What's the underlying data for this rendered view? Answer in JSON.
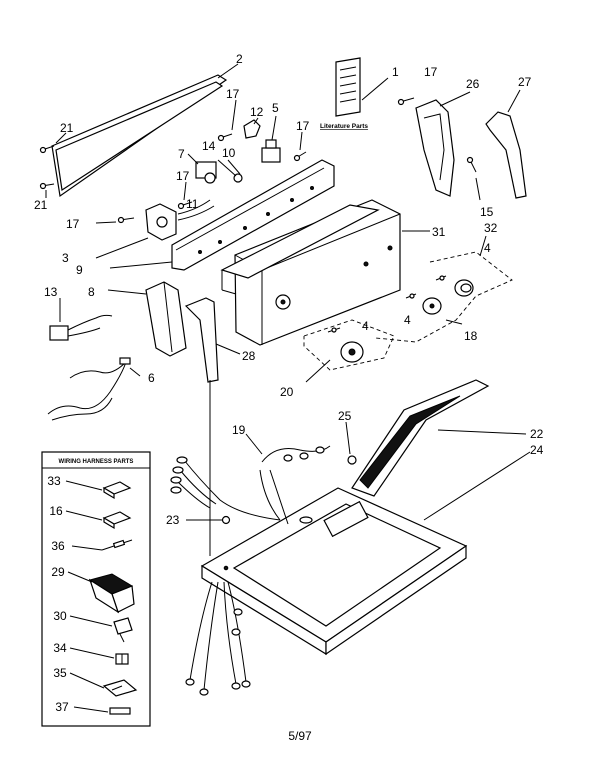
{
  "literature_label": "Literature Parts",
  "footer": "5/97",
  "harness_box_title": "WIRING HARNESS PARTS",
  "callouts": {
    "c1": "1",
    "c2": "2",
    "c3": "3",
    "c4a": "4",
    "c4b": "4",
    "c4c": "4",
    "c5": "5",
    "c6": "6",
    "c7": "7",
    "c8": "8",
    "c9": "9",
    "c10": "10",
    "c11": "11",
    "c12": "12",
    "c13": "13",
    "c14": "14",
    "c15": "15",
    "c16": "16",
    "c17a": "17",
    "c17b": "17",
    "c17c": "17",
    "c17d": "17",
    "c17e": "17",
    "c18": "18",
    "c19": "19",
    "c20": "20",
    "c21a": "21",
    "c21b": "21",
    "c22": "22",
    "c23": "23",
    "c24": "24",
    "c25": "25",
    "c26": "26",
    "c27": "27",
    "c28": "28",
    "c31": "31",
    "c32": "32"
  },
  "harness_parts": {
    "h33": "33",
    "h16": "16",
    "h36": "36",
    "h29": "29",
    "h30": "30",
    "h34": "34",
    "h35": "35",
    "h37": "37"
  }
}
